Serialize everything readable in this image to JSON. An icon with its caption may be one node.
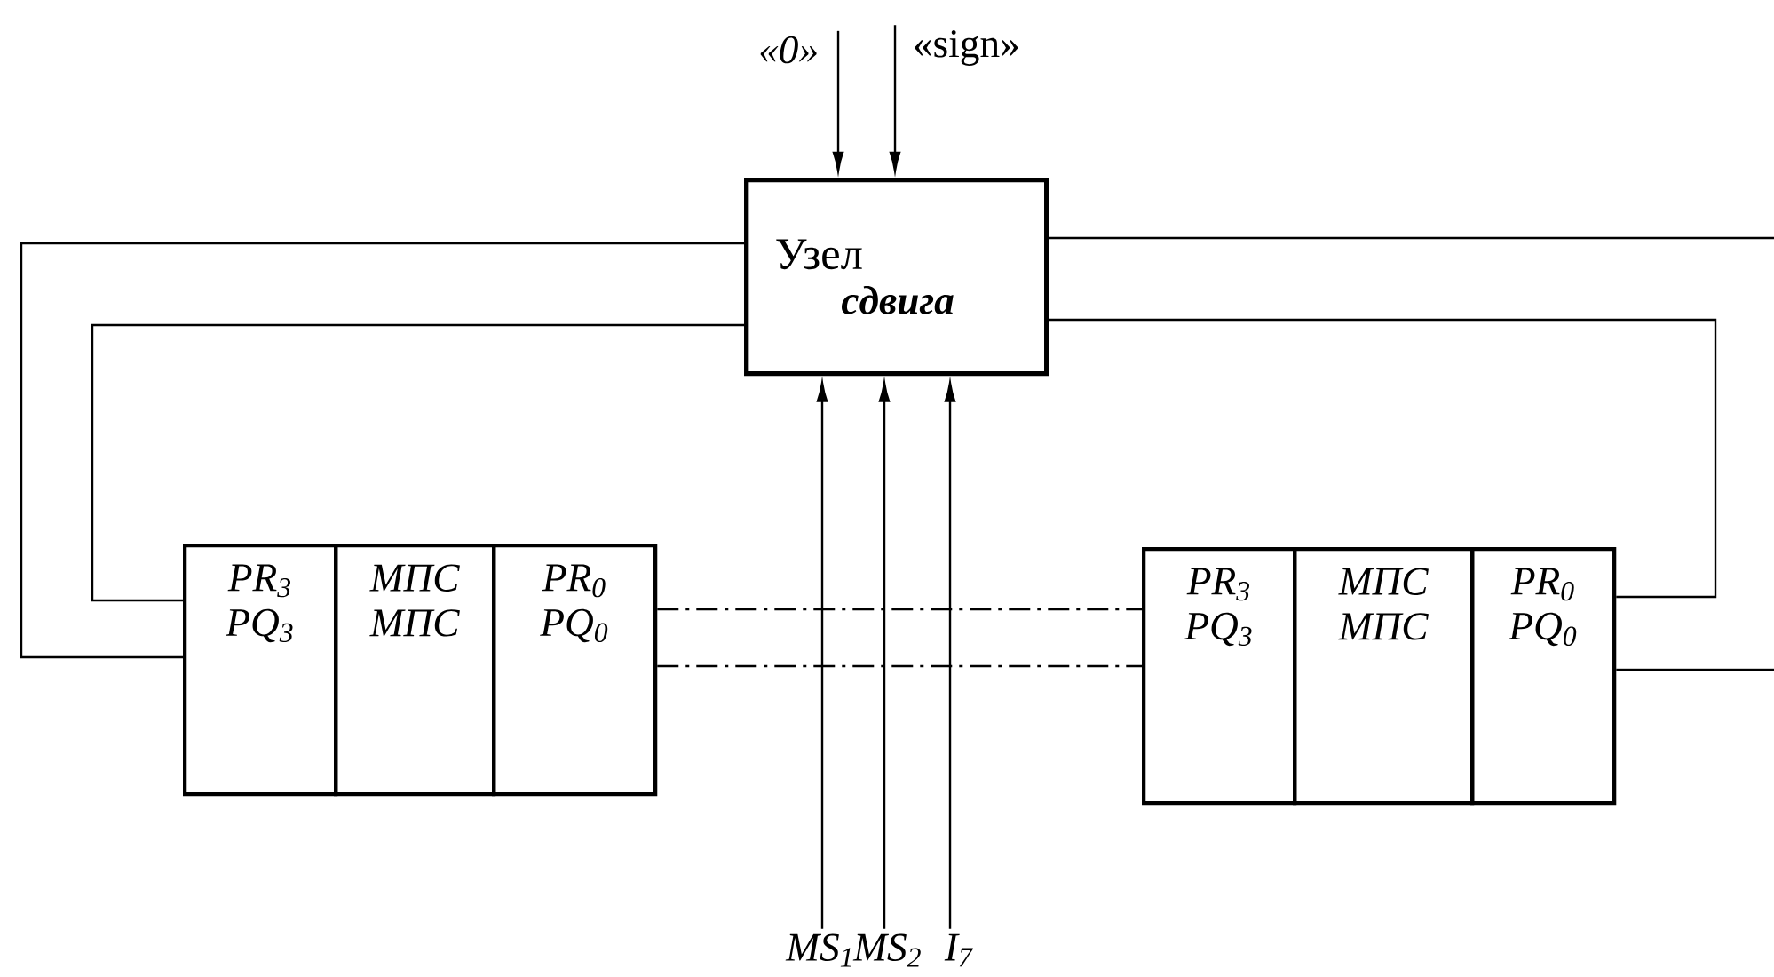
{
  "diagram": {
    "nodes": [
      {
        "text": [
          "Узел",
          "сдвига"
        ]
      },
      {
        "text": [
          "PR$_{3}$",
          "PQ$_{3}$"
        ]
      },
      {
        "text": [
          "МПС",
          "МПС"
        ]
      },
      {
        "text": [
          "PR$_{0}$",
          "PQ$_{0}$"
        ]
      },
      {
        "text": [
          "PR$_{3}$",
          "PQ$_{3}$"
        ]
      },
      {
        "text": [
          "МПС",
          "МПС"
        ]
      },
      {
        "text": [
          "PR$_{0}$",
          "PQ$_{0}$"
        ]
      },
      {
        "text": [
          "«0»"
        ]
      },
      {
        "text": [
          "«sign»"
        ]
      },
      {
        "text": [
          "MS$_{1}$"
        ]
      },
      {
        "text": [
          "MS$_{2}$"
        ]
      },
      {
        "text": [
          "I$_{7}$"
        ]
      }
    ],
    "edges": [
      {
        "from": 7,
        "to": 0,
        "arrow": "to"
      },
      {
        "from": 8,
        "to": 0,
        "arrow": "to"
      },
      {
        "from": 9,
        "to": 0,
        "arrow": "to"
      },
      {
        "from": 10,
        "to": 0,
        "arrow": "to"
      },
      {
        "from": 11,
        "to": 0,
        "arrow": "to"
      },
      {
        "from": 0,
        "to": 1,
        "arrow": "none"
      },
      {
        "from": 0,
        "to": 1,
        "arrow": "none"
      },
      {
        "from": 0,
        "to": null,
        "arrow": "none"
      },
      {
        "from": 0,
        "to": 6,
        "arrow": "none"
      },
      {
        "from": 6,
        "to": null,
        "arrow": "none"
      },
      {
        "from": 3,
        "to": 4,
        "arrow": "none",
        "style": "dashed"
      },
      {
        "from": 3,
        "to": 4,
        "arrow": "none",
        "style": "dashed"
      }
    ]
  }
}
